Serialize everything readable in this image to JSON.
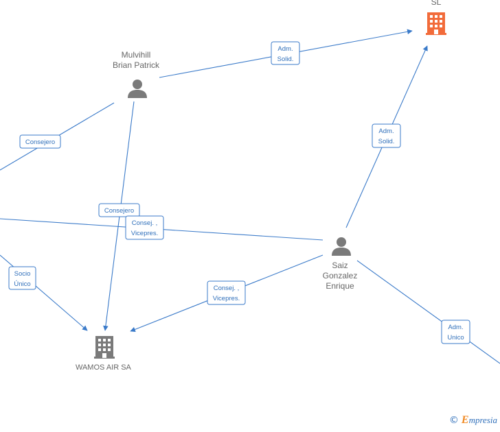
{
  "nodes": {
    "top_company": {
      "label": "SL",
      "icon": "building-icon",
      "color": "#f26b3a"
    },
    "mulvihill": {
      "label_line1": "Mulvihill",
      "label_line2": "Brian Patrick",
      "icon": "person-icon"
    },
    "saiz": {
      "label_line1": "Saiz",
      "label_line2": "Gonzalez",
      "label_line3": "Enrique",
      "icon": "person-icon"
    },
    "wamos": {
      "label": "WAMOS AIR SA",
      "icon": "building-icon",
      "color": "#7a7a7a"
    }
  },
  "edge_labels": {
    "mulvihill_to_sl": [
      "Adm.",
      "Solid."
    ],
    "saiz_to_sl": [
      "Adm.",
      "Solid."
    ],
    "consejero_left": [
      "Consejero"
    ],
    "consejero_mid": [
      "Consejero"
    ],
    "consej_vicepres_mid": [
      "Consej. ,",
      "Vicepres."
    ],
    "consej_vicepres_low": [
      "Consej. ,",
      "Vicepres."
    ],
    "socio_unico": [
      "Socio",
      "Único"
    ],
    "adm_unico": [
      "Adm.",
      "Unico"
    ]
  },
  "colors": {
    "edge": "#3a7ac9",
    "person": "#7a7a7a",
    "company_highlight": "#f26b3a",
    "company": "#7a7a7a"
  },
  "brand": {
    "copyright": "©",
    "initial": "E",
    "rest": "mpresia"
  }
}
